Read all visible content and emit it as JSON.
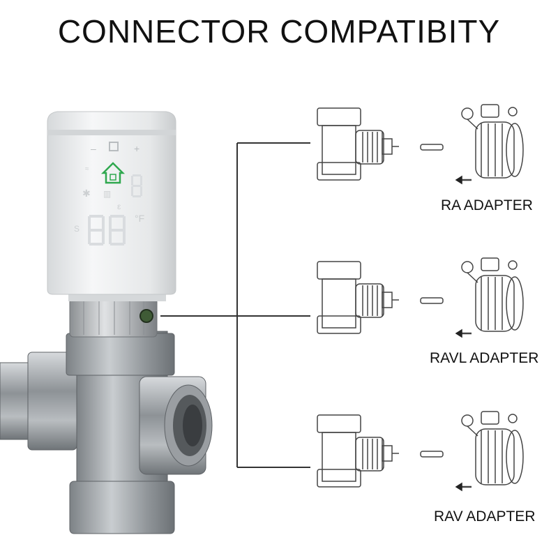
{
  "title": "CONNECTOR COMPATIBITY",
  "adapters": [
    {
      "label": "RA ADAPTER"
    },
    {
      "label": "RAVL ADAPTER"
    },
    {
      "label": "RAV ADAPTER"
    }
  ],
  "colors": {
    "background": "#ffffff",
    "text": "#111111",
    "display_green": "#2fa84f",
    "display_segments": "#d9dcdf",
    "thermostat_body": "#e9ebec",
    "metal": "#a7abaf",
    "line": "#333333"
  },
  "icons": [
    "home-icon",
    "flame-icon",
    "wifi-icon",
    "snowflake-icon",
    "plus-icon",
    "minus-icon",
    "fahrenheit-icon"
  ]
}
